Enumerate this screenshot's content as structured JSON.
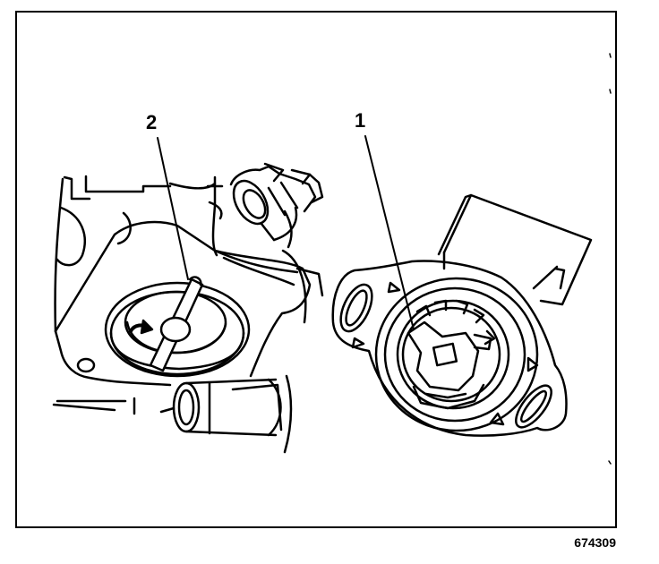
{
  "figure": {
    "callouts": {
      "throttle_body_label": "2",
      "sensor_label": "1"
    },
    "figure_number": "674309"
  }
}
